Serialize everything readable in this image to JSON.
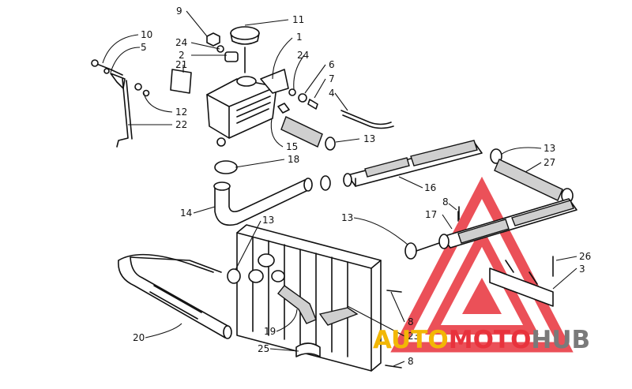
{
  "callouts": [
    "10",
    "5",
    "9",
    "24",
    "2",
    "21",
    "11",
    "1",
    "24",
    "6",
    "7",
    "4",
    "12",
    "22",
    "15",
    "13",
    "18",
    "13",
    "27",
    "16",
    "8",
    "17",
    "14",
    "13",
    "13",
    "26",
    "3",
    "20",
    "19",
    "8",
    "23",
    "25",
    "8"
  ],
  "watermark": {
    "part1": "AUTO",
    "part2": "MOTO",
    "part3": "HUB",
    "color1": "#f2b705",
    "color2": "#e8323c",
    "color3": "#7a7a7a"
  }
}
